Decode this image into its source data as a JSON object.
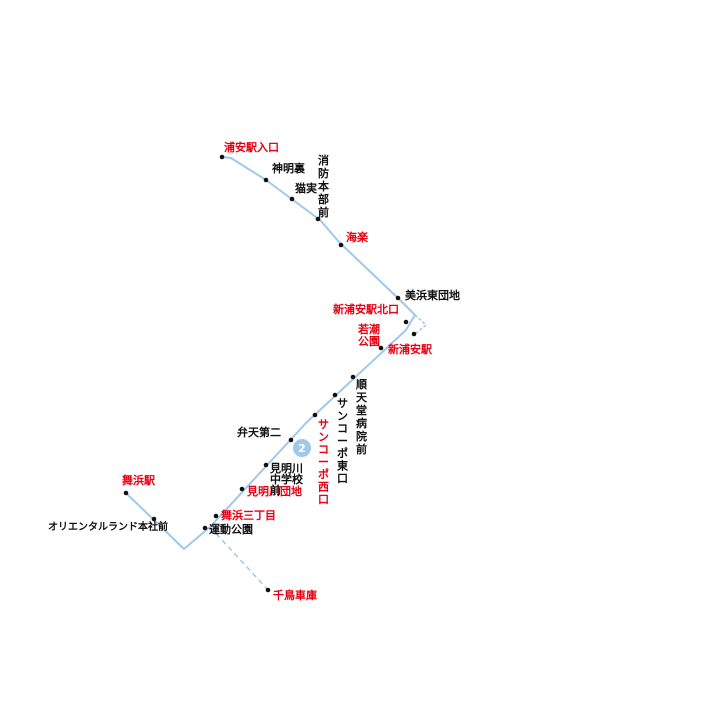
{
  "colors": {
    "route": "#9ec8ec",
    "stop": "#111111",
    "major_label": "#e60012",
    "label": "#111111",
    "badge_fill": "#9ec8ec",
    "badge_text": "#ffffff"
  },
  "route_badge": "2",
  "stops": {
    "urayasu_iriguchi": "浦安駅入口",
    "shinmeiura": "神明裏",
    "nekozane": "猫実",
    "shobo_honbu": "消防本部前",
    "kairaku": "海楽",
    "mihama_higashi_danchi": "美浜東団地",
    "shin_urayasu_kitaguchi": "新浦安駅北口",
    "wakashio_koen": "若潮公園",
    "shin_urayasu": "新浦安駅",
    "juntendo": "順天堂病院前",
    "sunkopo_higashi": "サンコーポ東口",
    "sunkopo_nishi": "サンコーポ西口",
    "benten_daini": "弁天第二",
    "mimyogawa_chugakko": "見明川中学校前",
    "mimyogawa_danchi": "見明川団地",
    "maihama_sanchome": "舞浜三丁目",
    "undo_koen": "運動公園",
    "maihama_eki": "舞浜駅",
    "oriental_land": "オリエンタルランド本社前",
    "chidori_shako": "千鳥車庫"
  }
}
